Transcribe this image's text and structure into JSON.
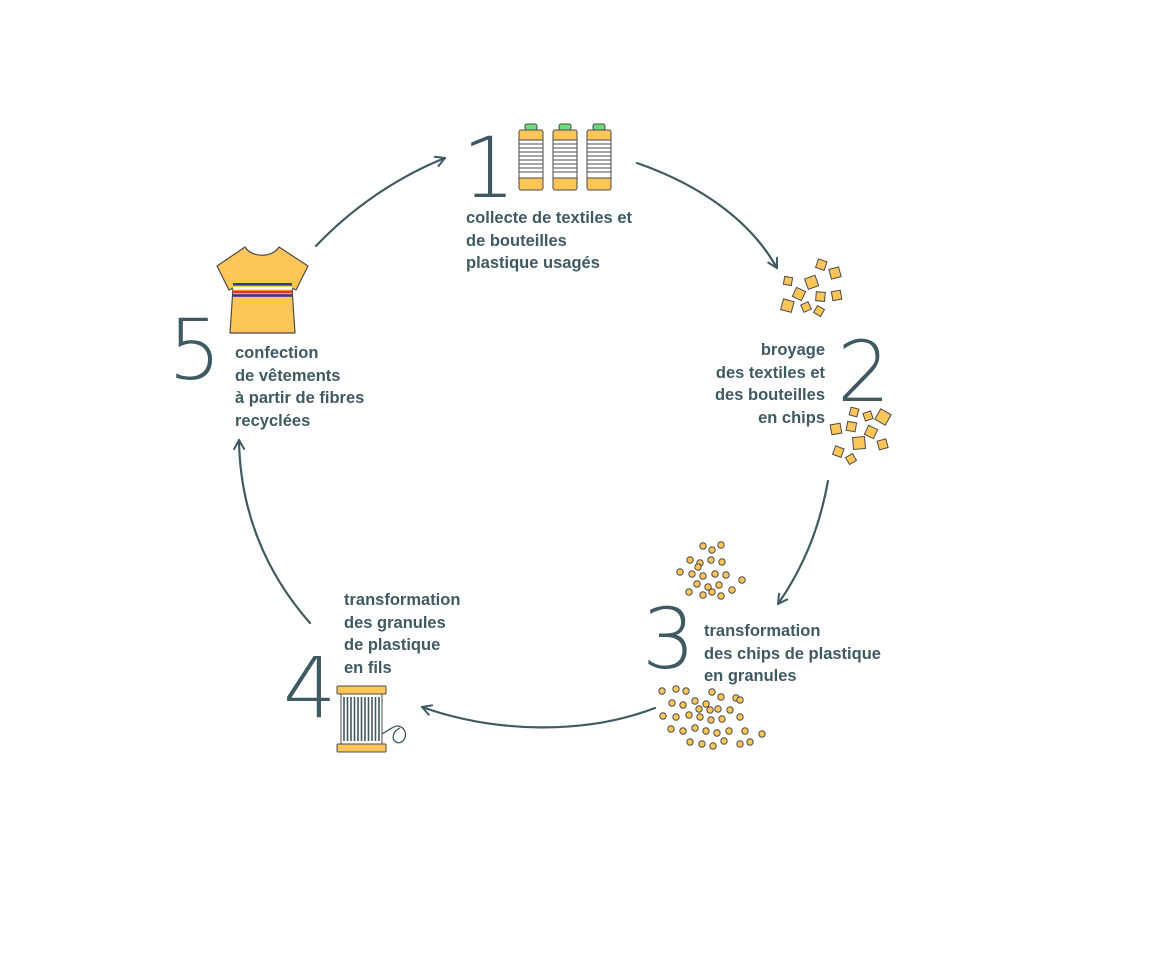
{
  "steps": [
    {
      "number": "1",
      "lines": [
        "collecte de textiles et",
        "de bouteilles",
        "plastique usagés"
      ]
    },
    {
      "number": "2",
      "lines": [
        "broyage",
        "des textiles et",
        "des bouteilles",
        "en chips"
      ]
    },
    {
      "number": "3",
      "lines": [
        "transformation",
        "des chips de plastique",
        "en granules"
      ]
    },
    {
      "number": "4",
      "lines": [
        "transformation",
        "des granules",
        "de plastique",
        "en fils"
      ]
    },
    {
      "number": "5",
      "lines": [
        "confection",
        "de vêtements",
        "à partir de fibres",
        "recyclées"
      ]
    }
  ],
  "colors": {
    "text": "#3f5a63",
    "arrow": "#3f5a63",
    "yellow": "#fec558",
    "outline": "#4b4b4b",
    "bottle_cap": "#6edb7a",
    "stripe_blue": "#2d3a9e",
    "stripe_red": "#e5322d"
  },
  "icons": [
    "bottles-icon",
    "plastic-chips-icon",
    "plastic-granules-icon",
    "thread-spool-icon",
    "tshirt-icon"
  ]
}
